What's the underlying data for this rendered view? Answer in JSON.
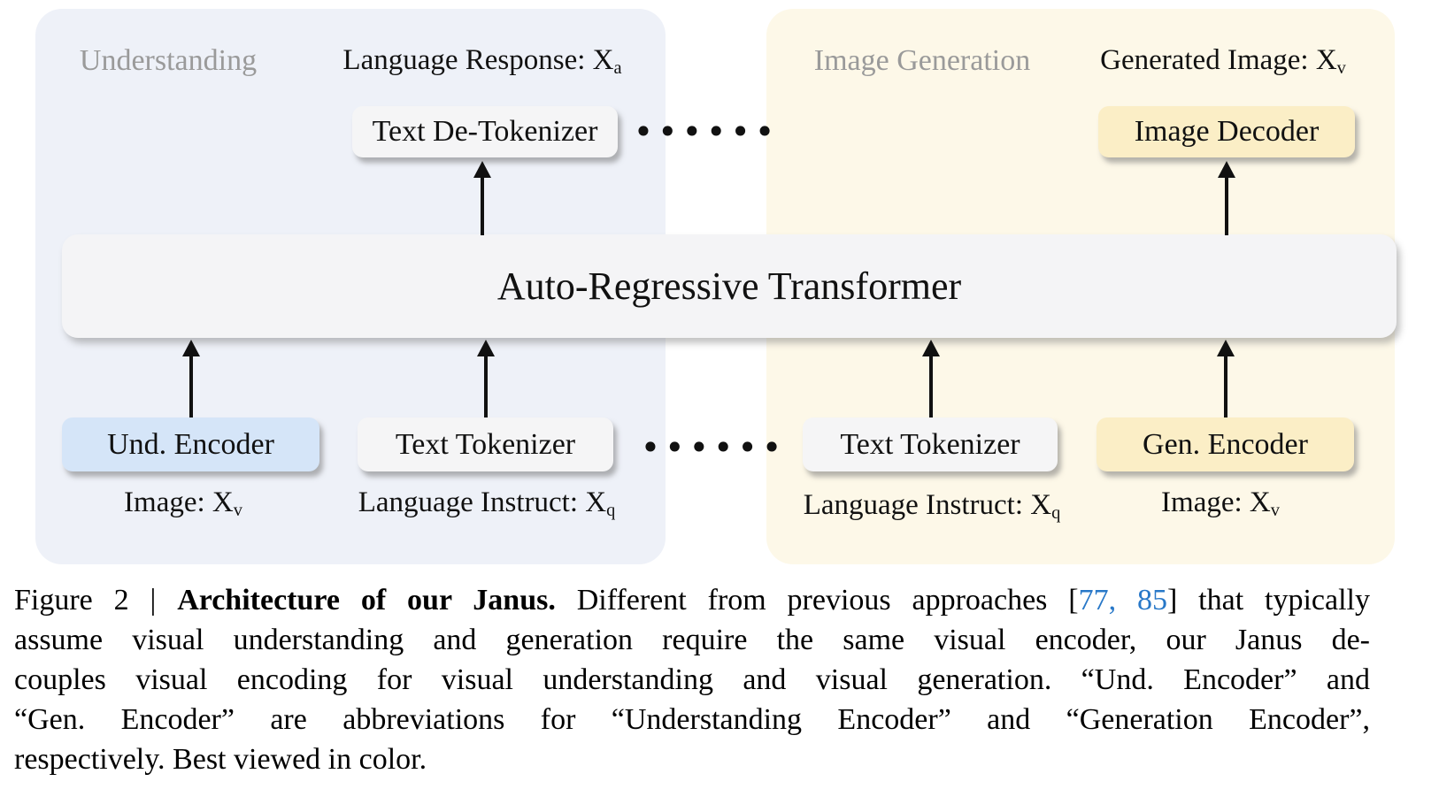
{
  "figure": {
    "left_panel": {
      "title": "Understanding",
      "output_label": {
        "text": "Language Response: X",
        "sub": "a"
      },
      "boxes": {
        "text_detokenizer": "Text De-Tokenizer",
        "und_encoder": "Und. Encoder",
        "text_tokenizer": "Text Tokenizer"
      },
      "input_labels": {
        "image": {
          "text": "Image: X",
          "sub": "v"
        },
        "instruct": {
          "text": "Language Instruct: X",
          "sub": "q"
        }
      }
    },
    "right_panel": {
      "title": "Image Generation",
      "output_label": {
        "text": "Generated Image: X",
        "sub": "v"
      },
      "boxes": {
        "image_decoder": "Image Decoder",
        "text_tokenizer": "Text Tokenizer",
        "gen_encoder": "Gen. Encoder"
      },
      "input_labels": {
        "instruct": {
          "text": "Language Instruct: X",
          "sub": "q"
        },
        "image": {
          "text": "Image: X",
          "sub": "v"
        }
      }
    },
    "transformer": "Auto-Regressive Transformer",
    "ellipsis": "••••••",
    "colors": {
      "left_panel_bg": "#eef1f8",
      "right_panel_bg": "#fdf8e8",
      "gray_box_bg": "#f5f5f6",
      "blue_box_bg": "#d5e5f8",
      "yellow_box_bg": "#fbeec6",
      "muted_title": "#9a9a9a",
      "citation_link": "#2878c8",
      "arrow": "#111111"
    }
  },
  "caption": {
    "line1": {
      "prefix": "Figure 2 | ",
      "bold": "Architecture of our Janus.",
      "mid": " Different from previous approaches [",
      "citations": "77, 85",
      "suffix": "] that typically"
    },
    "line2": "assume visual understanding and generation require the same visual encoder, our Janus de-",
    "line3": "couples visual encoding for visual understanding and visual generation. “Und. Encoder” and",
    "line4": "“Gen. Encoder” are abbreviations for “Understanding Encoder” and “Generation Encoder”,",
    "line5": "respectively. Best viewed in color."
  }
}
